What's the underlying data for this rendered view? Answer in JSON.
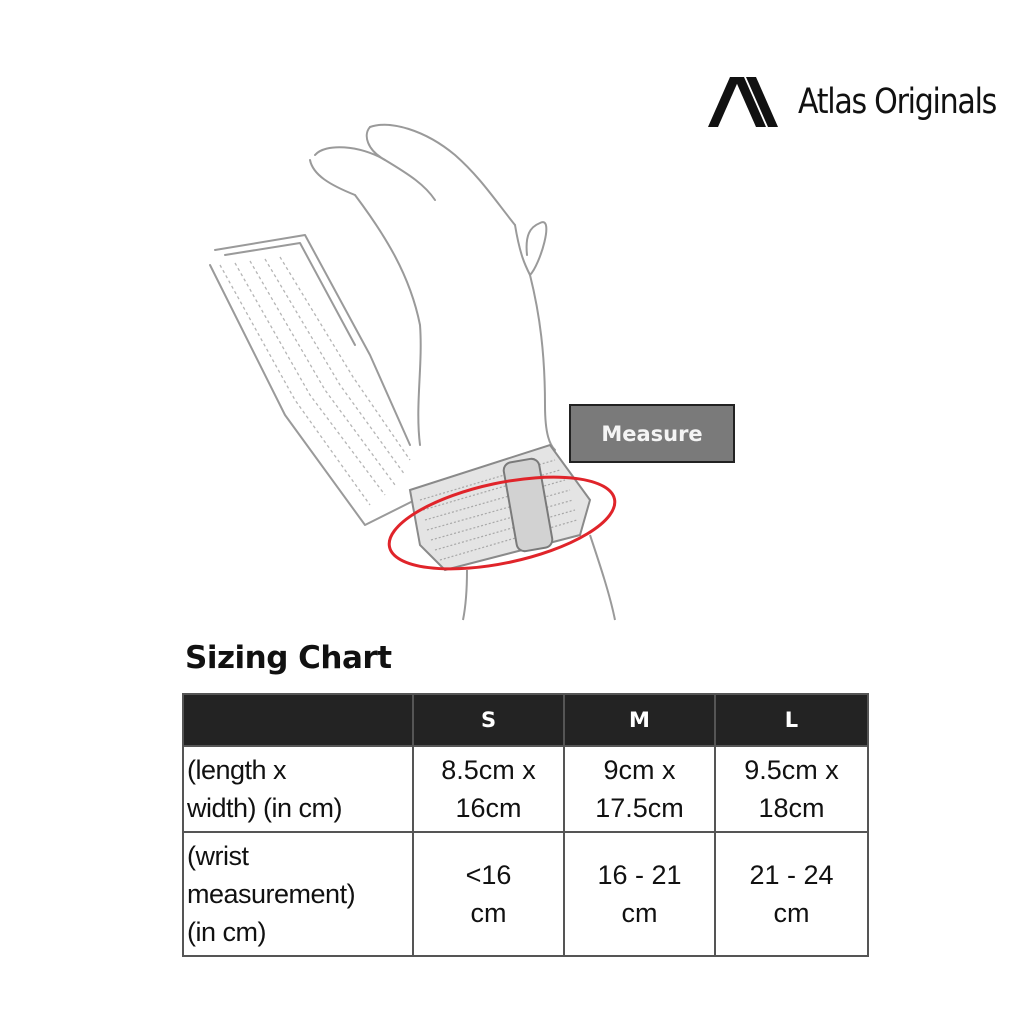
{
  "brand": {
    "name": "Atlas Originals",
    "logo_icon": "atlas-mountain-logo-icon",
    "color": "#111111"
  },
  "illustration": {
    "subject": "hand-with-wrist-wrap-icon",
    "measure_label": "Measure",
    "measure_ring_color": "#e0242a"
  },
  "sizing_chart": {
    "title": "Sizing Chart",
    "header_bg": "#232323",
    "columns": [
      "",
      "S",
      "M",
      "L"
    ],
    "rows": [
      {
        "label_lines": [
          "(length x",
          "width) (in cm)"
        ],
        "cells": [
          [
            "8.5cm x",
            "16cm"
          ],
          [
            "9cm  x",
            "17.5cm"
          ],
          [
            "9.5cm  x",
            "18cm"
          ]
        ]
      },
      {
        "label_lines": [
          "(wrist",
          "measurement)",
          "(in cm)"
        ],
        "cells": [
          [
            "<16",
            "cm"
          ],
          [
            "16 - 21",
            "cm"
          ],
          [
            "21 - 24",
            "cm"
          ]
        ]
      }
    ]
  }
}
